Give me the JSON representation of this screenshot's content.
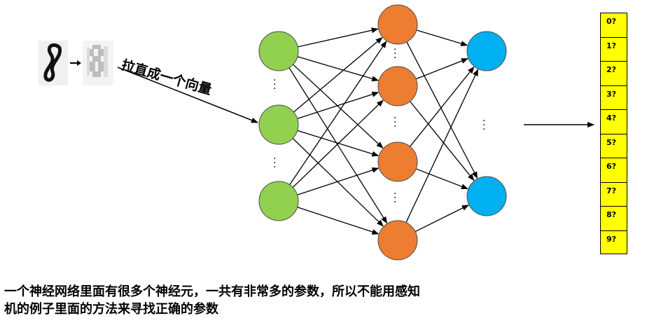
{
  "annotation": {
    "stretch_label": "拉直成一个向量"
  },
  "output_labels": [
    "0?",
    "1?",
    "2?",
    "3?",
    "4?",
    "5?",
    "6?",
    "7?",
    "8?",
    "9?"
  ],
  "caption": {
    "line1": "一个神经网络里面有很多个神经元，一共有非常多的参数，所以不能用感知",
    "line2": "机的例子里面的方法来寻找正确的参数"
  },
  "colors": {
    "input_node": "#92d050",
    "hidden_node": "#ed7d31",
    "output_node": "#00b0f0",
    "output_cell": "#ffff00"
  }
}
